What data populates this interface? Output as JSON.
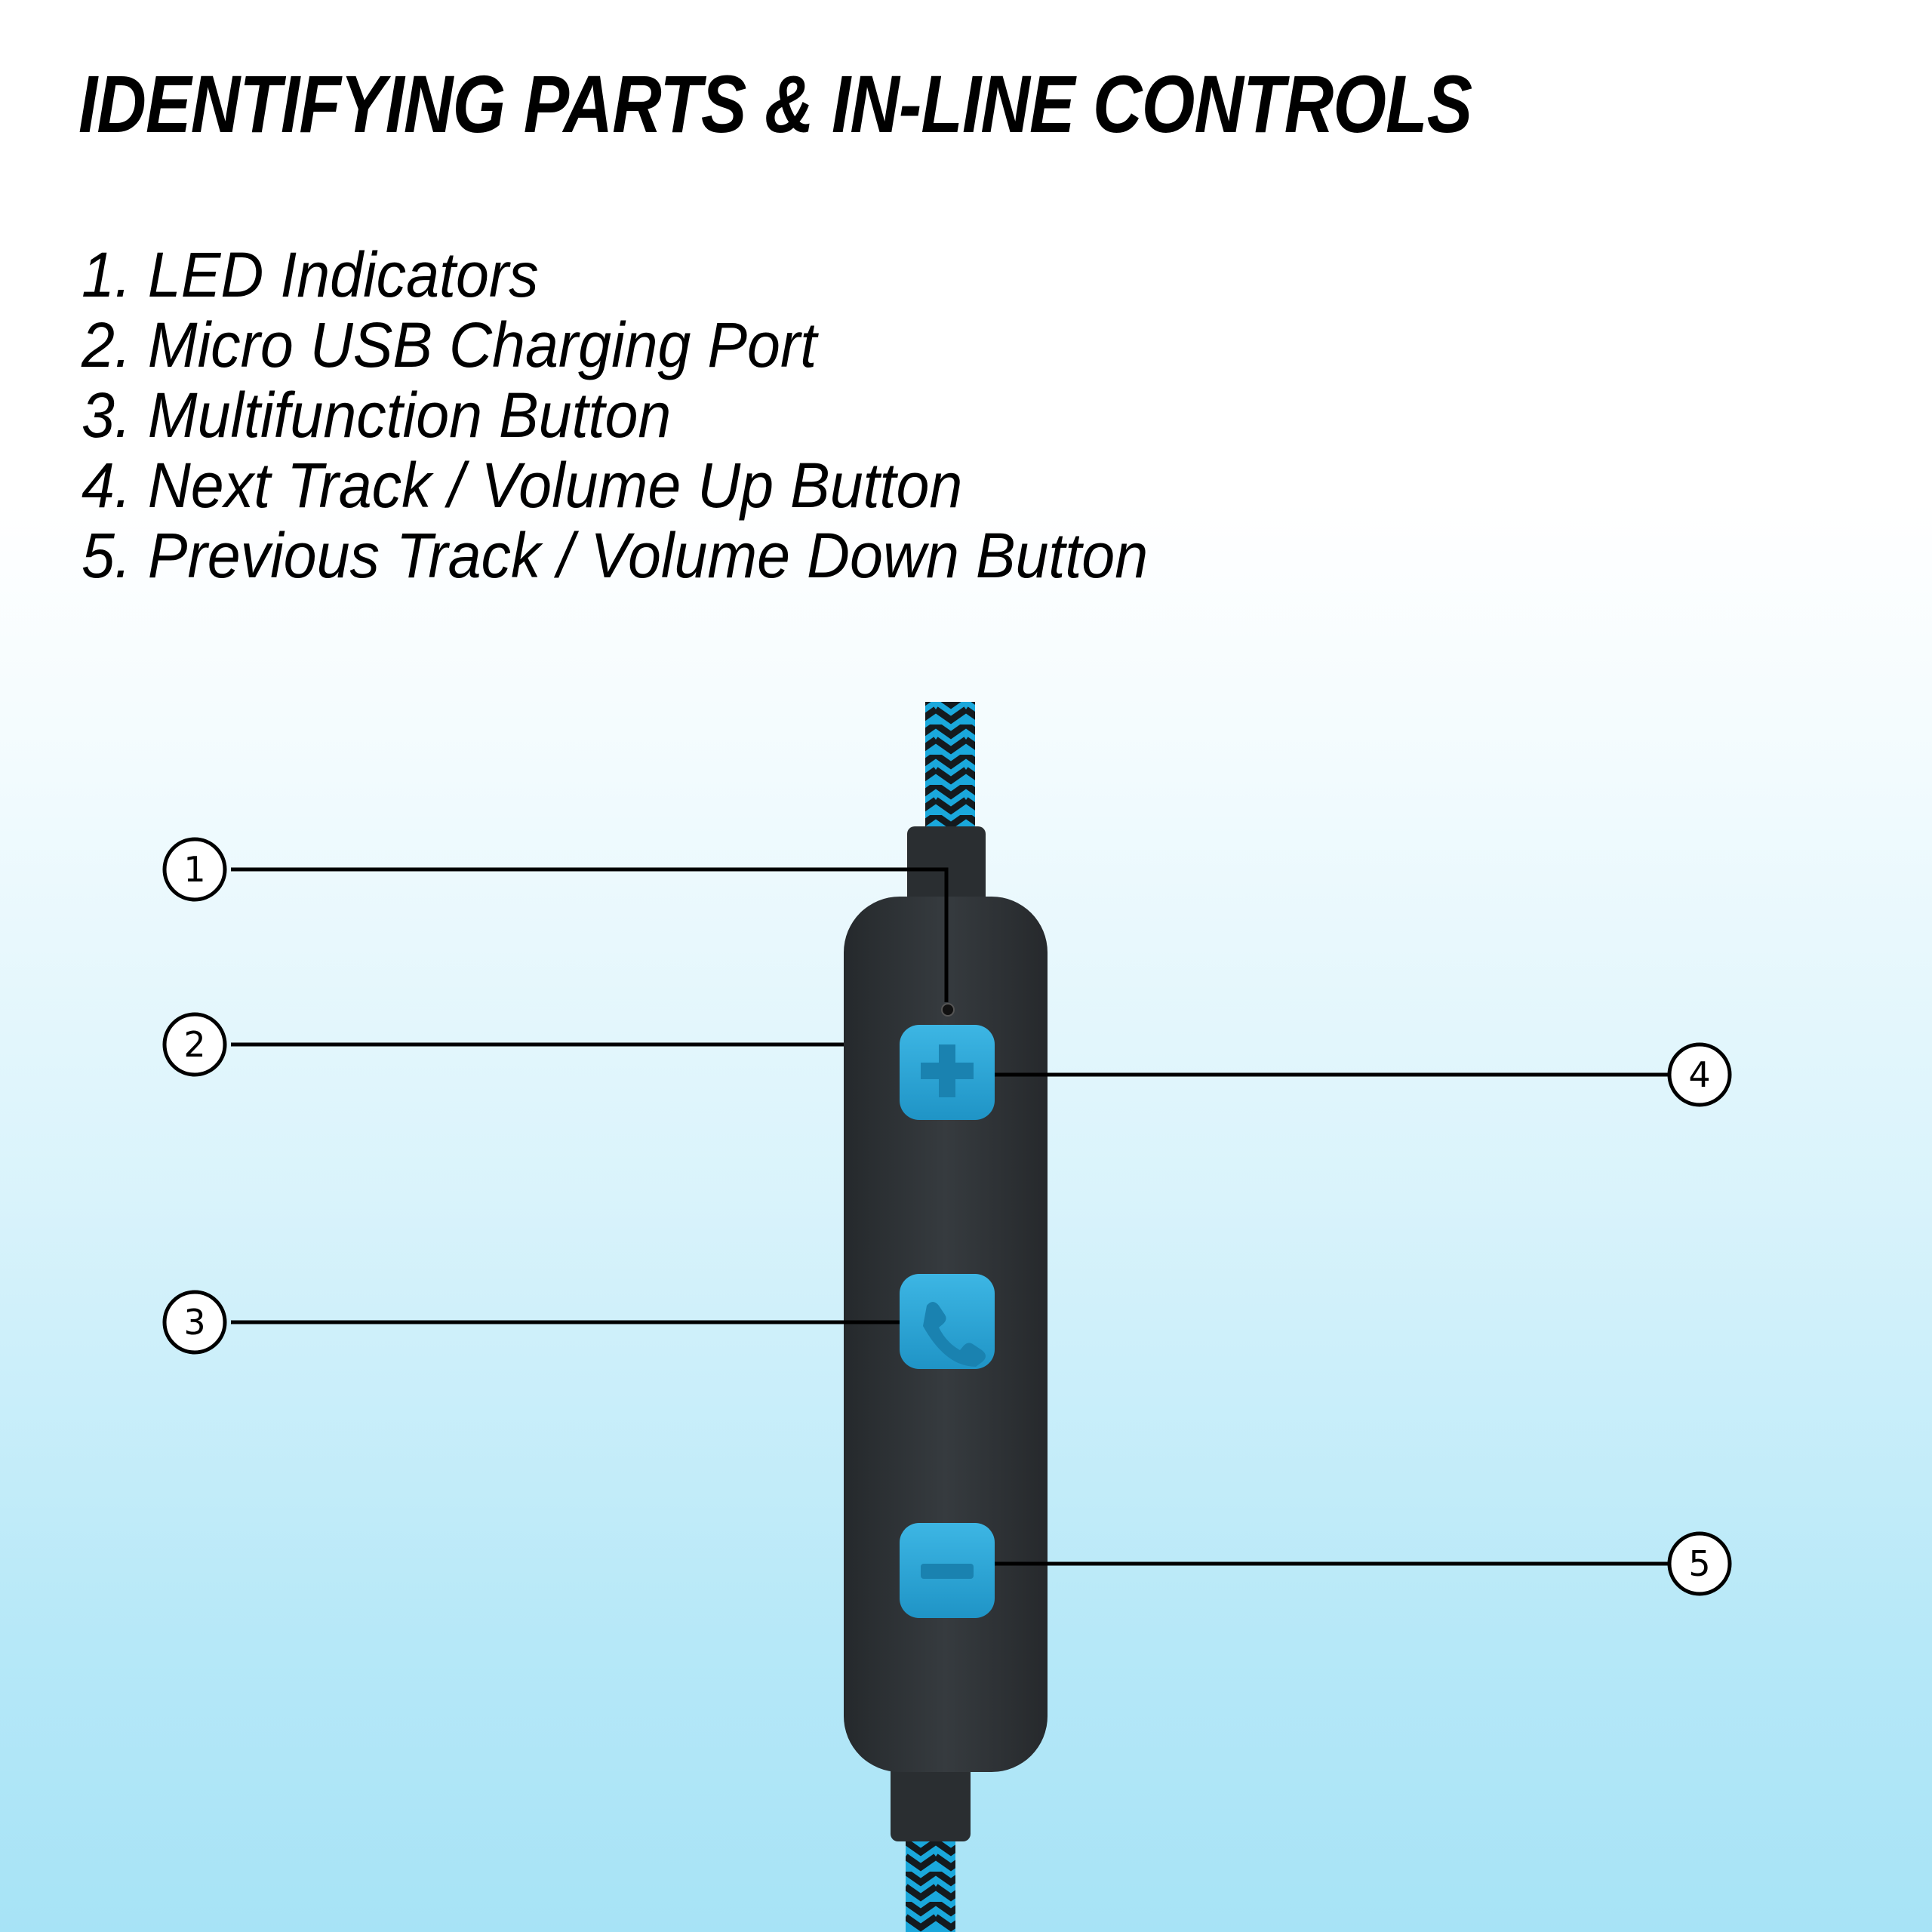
{
  "title": "IDENTIFYING PARTS & IN-LINE CONTROLS",
  "parts": [
    "1. LED Indicators",
    "2. Micro USB Charging Port",
    "3. Multifunction Button",
    "4. Next Track / Volume Up Button",
    "5. Previous Track / Volume Down Button"
  ],
  "callouts": [
    "1",
    "2",
    "3",
    "4",
    "5"
  ],
  "colors": {
    "button": "#2fa9d8",
    "remote_body": "#2e3236",
    "cable_blue": "#1aa8dc",
    "cable_dark": "#141a1e"
  },
  "icons": {
    "volume_up": "plus-icon",
    "multifunction": "phone-icon",
    "volume_down": "minus-icon"
  }
}
